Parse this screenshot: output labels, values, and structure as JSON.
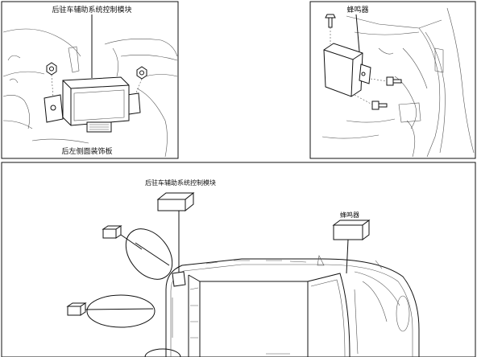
{
  "top_left_panel": {
    "module_label": "后驻车辅助系统控制模块",
    "panel_label": "后左侧面装饰板"
  },
  "top_right_panel": {
    "buzzer_label": "蜂鸣器"
  },
  "bottom_panel": {
    "module_label": "后驻车辅助系统控制模块",
    "buzzer_label": "蜂鸣器"
  }
}
